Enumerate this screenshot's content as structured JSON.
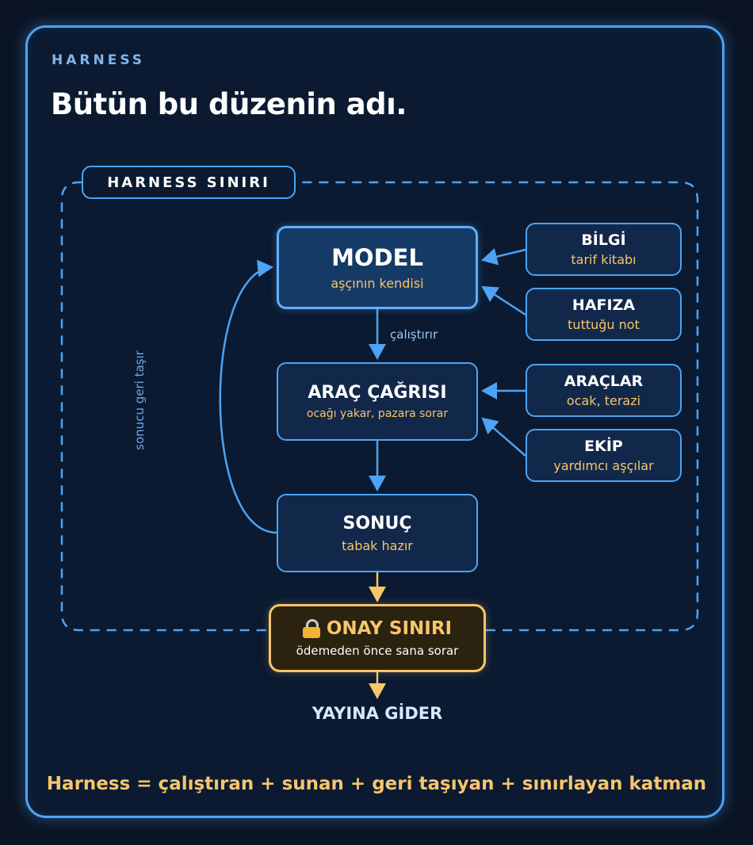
{
  "header": {
    "eyebrow": "HARNESS",
    "title": "Bütün bu düzenin adı."
  },
  "boundary": {
    "chip_label": "HARNESS SINIRI",
    "loop_label": "sonucu geri taşır"
  },
  "edges": {
    "model_to_tool": "çalıştırır"
  },
  "nodes": {
    "model": {
      "title": "MODEL",
      "subtitle": "aşçının kendisi"
    },
    "tool_call": {
      "title": "ARAÇ ÇAĞRISI",
      "subtitle": "ocağı yakar, pazara sorar"
    },
    "result": {
      "title": "SONUÇ",
      "subtitle": "tabak hazır"
    },
    "knowledge": {
      "title": "BİLGİ",
      "subtitle": "tarif kitabı"
    },
    "memory": {
      "title": "HAFIZA",
      "subtitle": "tuttuğu not"
    },
    "tools": {
      "title": "ARAÇLAR",
      "subtitle": "ocak, terazi"
    },
    "team": {
      "title": "EKİP",
      "subtitle": "yardımcı aşçılar"
    },
    "approval": {
      "title": "ONAY SINIRI",
      "subtitle": "ödemeden önce sana sorar",
      "icon": "lock-icon"
    }
  },
  "output": {
    "label": "YAYINA GİDER"
  },
  "footer": {
    "text": "Harness = çalıştıran + sunan + geri taşıyan + sınırlayan katman"
  },
  "colors": {
    "background": "#0a1424",
    "accent_blue": "#4da3f5",
    "accent_gold": "#f7c56a",
    "text_white": "#ffffff"
  }
}
